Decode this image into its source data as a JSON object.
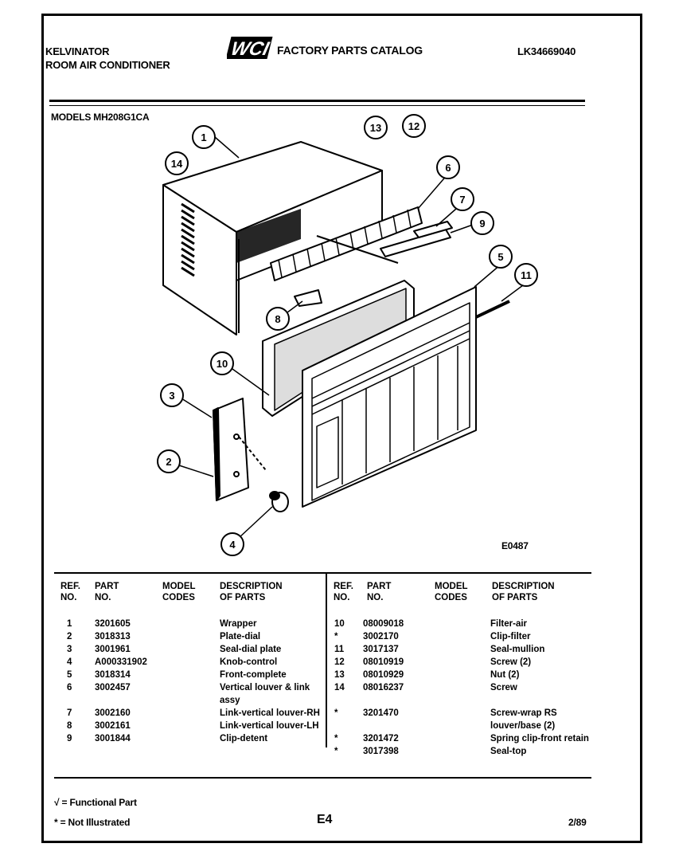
{
  "header": {
    "brand": "KELVINATOR",
    "product": "ROOM AIR CONDITIONER",
    "logo": "WCI",
    "catalog_title": "FACTORY PARTS CATALOG",
    "catalog_number": "LK34669040",
    "models_line": "MODELS MH208G1CA"
  },
  "diagram": {
    "callouts": [
      "1",
      "2",
      "3",
      "4",
      "5",
      "6",
      "7",
      "8",
      "9",
      "10",
      "11",
      "12",
      "13",
      "14"
    ],
    "figure_code": "E0487"
  },
  "table": {
    "headers": {
      "ref": [
        "REF.",
        "NO."
      ],
      "part": [
        "PART",
        "NO."
      ],
      "model": [
        "MODEL",
        "CODES"
      ],
      "desc": [
        "DESCRIPTION",
        "OF PARTS"
      ]
    },
    "left_rows": [
      {
        "ref": "1",
        "part": "3201605",
        "model": "",
        "desc": "Wrapper"
      },
      {
        "ref": "2",
        "part": "3018313",
        "model": "",
        "desc": "Plate-dial"
      },
      {
        "ref": "3",
        "part": "3001961",
        "model": "",
        "desc": "Seal-dial plate"
      },
      {
        "ref": "4",
        "part": "A000331902",
        "model": "",
        "desc": "Knob-control"
      },
      {
        "ref": "5",
        "part": "3018314",
        "model": "",
        "desc": "Front-complete"
      },
      {
        "ref": "6",
        "part": "3002457",
        "model": "",
        "desc": "Vertical louver & link"
      },
      {
        "ref": "",
        "part": "",
        "model": "",
        "desc": "assy"
      },
      {
        "ref": "7",
        "part": "3002160",
        "model": "",
        "desc": "Link-vertical louver-RH"
      },
      {
        "ref": "8",
        "part": "3002161",
        "model": "",
        "desc": "Link-vertical louver-LH"
      },
      {
        "ref": "9",
        "part": "3001844",
        "model": "",
        "desc": "Clip-detent"
      }
    ],
    "right_rows": [
      {
        "ref": "10",
        "part": "08009018",
        "model": "",
        "desc": "Filter-air"
      },
      {
        "ref": "*",
        "part": "3002170",
        "model": "",
        "desc": "Clip-filter"
      },
      {
        "ref": "11",
        "part": "3017137",
        "model": "",
        "desc": "Seal-mullion"
      },
      {
        "ref": "12",
        "part": "08010919",
        "model": "",
        "desc": "Screw (2)"
      },
      {
        "ref": "13",
        "part": "08010929",
        "model": "",
        "desc": "Nut (2)"
      },
      {
        "ref": "14",
        "part": "08016237",
        "model": "",
        "desc": "Screw"
      },
      {
        "ref": "",
        "part": "",
        "model": "",
        "desc": ""
      },
      {
        "ref": "*",
        "part": "3201470",
        "model": "",
        "desc": "Screw-wrap RS"
      },
      {
        "ref": "",
        "part": "",
        "model": "",
        "desc": "louver/base (2)"
      },
      {
        "ref": "*",
        "part": "3201472",
        "model": "",
        "desc": "Spring clip-front retain"
      },
      {
        "ref": "*",
        "part": "3017398",
        "model": "",
        "desc": "Seal-top"
      }
    ]
  },
  "footer": {
    "functional_note": "√ = Functional Part",
    "not_illustrated_note": "* = Not Illustrated",
    "page_code": "E4",
    "date": "2/89"
  }
}
